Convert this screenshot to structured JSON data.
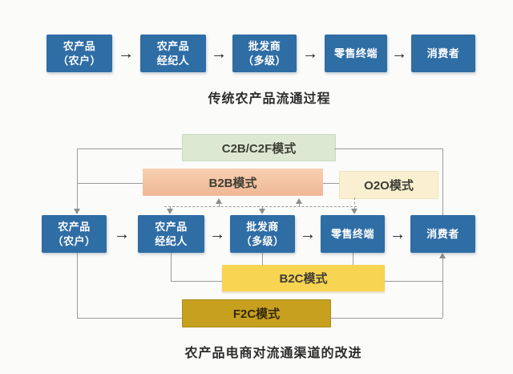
{
  "diagram": {
    "arrow_glyph": "→",
    "colors": {
      "node_blue": "#2f6da5",
      "mode_c2b_green": "#dde8d3",
      "mode_b2b_salmon": "#f3c4a3",
      "mode_o2o_cream": "#faf0d1",
      "mode_b2c_yellow": "#f7d452",
      "mode_f2c_gold": "#c7a01f",
      "connector_gray": "#9a9a9a"
    },
    "top_flow": {
      "caption": "传统农产品流通过程",
      "nodes": [
        {
          "line1": "农产品",
          "line2": "（农户）"
        },
        {
          "line1": "农产品",
          "line2": "经纪人"
        },
        {
          "line1": "批发商",
          "line2": "（多级）"
        },
        {
          "line1": "零售终端",
          "line2": ""
        },
        {
          "line1": "消费者",
          "line2": ""
        }
      ]
    },
    "bottom_flow": {
      "caption": "农产品电商对流通渠道的改进",
      "nodes": [
        {
          "line1": "农产品",
          "line2": "（农户）"
        },
        {
          "line1": "农产品",
          "line2": "经纪人"
        },
        {
          "line1": "批发商",
          "line2": "（多级）"
        },
        {
          "line1": "零售终端",
          "line2": ""
        },
        {
          "line1": "消费者",
          "line2": ""
        }
      ]
    },
    "modes": {
      "c2b": {
        "label": "C2B/C2F模式"
      },
      "b2b": {
        "label": "B2B模式"
      },
      "o2o": {
        "label": "O2O模式"
      },
      "b2c": {
        "label": "B2C模式"
      },
      "f2c": {
        "label": "F2C模式"
      }
    }
  }
}
